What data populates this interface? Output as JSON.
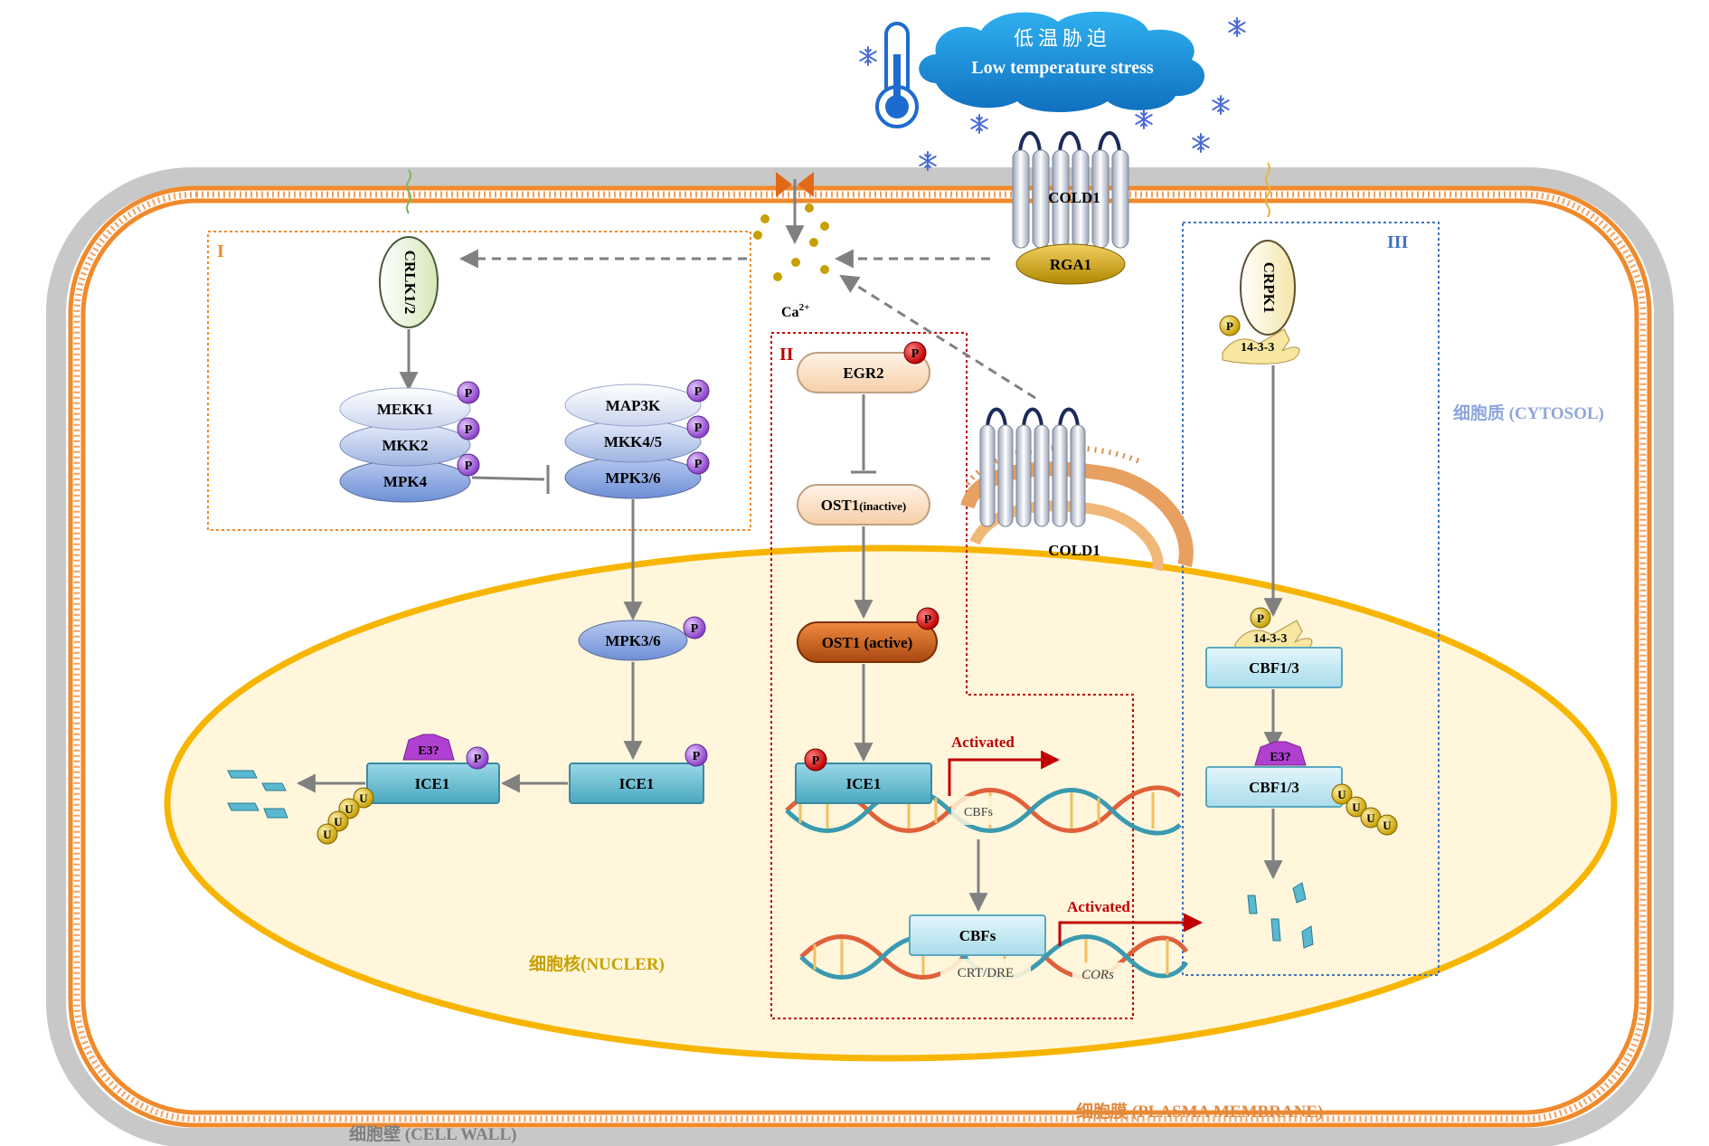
{
  "stress": {
    "title_cn": "低温胁迫",
    "title_en": "Low temperature stress"
  },
  "membrane_proteins": {
    "cold1_top": "COLD1",
    "rga1": "RGA1",
    "cold1_er": "COLD1"
  },
  "ions": {
    "ca_label": "Ca",
    "ca_sup": "2+"
  },
  "regions": {
    "box1": "I",
    "box2": "II",
    "box3": "III"
  },
  "compartments": {
    "cytosol": "细胞质 (CYTOSOL)",
    "nucleus": "细胞核(NUCLER)",
    "plasma_membrane": "细胞膜 (PLASMA MEMBRANE)",
    "cell_wall": "细胞壁 (CELL WALL)"
  },
  "pathway1": {
    "crlk": "CRLK1/2",
    "mekk1": "MEKK1",
    "mkk2": "MKK2",
    "mpk4": "MPK4",
    "map3k": "MAP3K",
    "mkk45": "MKK4/5",
    "mpk36": "MPK3/6",
    "mpk36_nuc": "MPK3/6",
    "ice1_left": "ICE1",
    "ice1_right": "ICE1",
    "e3": "E3?"
  },
  "pathway2": {
    "egr2": "EGR2",
    "ost1_inactive_main": "OST1",
    "ost1_inactive_sub": "(inactive)",
    "ost1_active": "OST1 (active)",
    "ice1": "ICE1",
    "activated1": "Activated",
    "cbfs_gene": "CBFs",
    "cbfs_protein": "CBFs",
    "crt_dre": "CRT/DRE",
    "cors": "CORs",
    "activated2": "Activated"
  },
  "pathway3": {
    "crpk1": "CRPK1",
    "p1433_cyto": "14-3-3",
    "p1433_nuc": "14-3-3",
    "cbf13_a": "CBF1/3",
    "cbf13_b": "CBF1/3",
    "e3": "E3?"
  },
  "marks": {
    "phospho": "P",
    "ubiquitin": "U"
  },
  "colors": {
    "membrane_orange": "#f08a2c",
    "cell_wall_gray": "#c8c8c8",
    "nucleus_fill": "#fff6dc",
    "nucleus_border": "#f7b500",
    "box1_border": "#f08a2c",
    "box2_border": "#c00000",
    "box3_border": "#4472c4",
    "cloud": "#1e9be0",
    "ice_box": "#67c2d8",
    "kinase_blue": "#8aa8e0",
    "phospho_purple": "#9b59d0",
    "phospho_red": "#e00000",
    "ubiquitin_gold": "#e0b000",
    "ost1_active": "#c85a1a"
  }
}
